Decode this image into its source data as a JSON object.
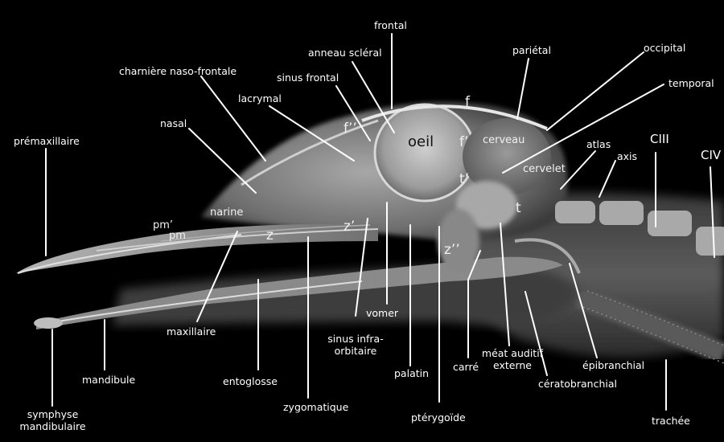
{
  "colors": {
    "background": "#000000",
    "bone": "#d9d9d9",
    "soft_tissue": "#7a7a7a",
    "label_line": "#ffffff"
  },
  "labels": {
    "frontal": "frontal",
    "anneau_scleral": "anneau scléral",
    "parietal": "pariétal",
    "occipital": "occipital",
    "charniere": "charnière naso-frontale",
    "sinus_frontal": "sinus frontal",
    "temporal": "temporal",
    "lacrymal": "lacrymal",
    "nasal": "nasal",
    "premaxillaire": "prémaxillaire",
    "atlas": "atlas",
    "axis": "axis",
    "ciii": "CIII",
    "civ": "CIV",
    "maxillaire": "maxillaire",
    "mandibule": "mandibule",
    "entoglosse": "entoglosse",
    "sinus_infra_1": "sinus infra-",
    "sinus_infra_2": "orbitaire",
    "vomer": "vomer",
    "palatin": "palatin",
    "carre": "carré",
    "meat_1": "méat auditif",
    "meat_2": "externe",
    "epibranchial": "épibranchial",
    "ceratobranchial": "cératobranchial",
    "symphyse_1": "symphyse",
    "symphyse_2": "mandibulaire",
    "zygomatique": "zygomatique",
    "pterygoide": "ptérygoïde",
    "trachee": "trachée"
  },
  "inline_labels": {
    "oeil": "oeil",
    "f": "f",
    "f_prime": "f’",
    "f_double": "f’’",
    "t_prime": "t’",
    "t": "t",
    "cerveau": "cerveau",
    "cervelet": "cervelet",
    "narine": "narine",
    "pm_prime": "pm’",
    "pm": "pm",
    "z": "z",
    "z_prime": "z’",
    "z_double": "z’’"
  }
}
